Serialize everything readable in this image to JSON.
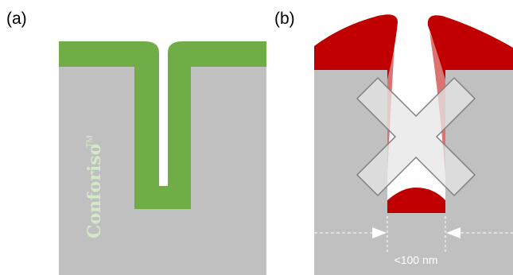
{
  "panels": {
    "a": {
      "label": "(a)",
      "watermark": "Conforiso",
      "trademark": "TM"
    },
    "b": {
      "label": "(b)",
      "dimension": "<100 nm"
    }
  },
  "colors": {
    "substrate": "#c0c0c0",
    "conformal_film": "#70ad47",
    "overhang": "#c00000",
    "watermark_text": "#d3e8c6",
    "cross_mark": "#e6e6e6",
    "cross_outline": "#808080",
    "dimension_marks": "#ffffff"
  },
  "icons": {
    "failure_mark": "cross-mark-icon"
  }
}
